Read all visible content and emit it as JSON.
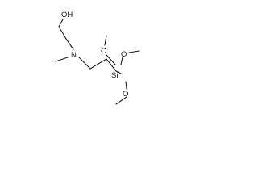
{
  "molecule": {
    "atom_labels": {
      "hydroxyl": "OH",
      "nitrogen": "N",
      "silicon": "Si",
      "methoxy_oxygen_left": "O",
      "methoxy_oxygen_right": "O",
      "methoxy_oxygen_bottom": "O"
    }
  }
}
